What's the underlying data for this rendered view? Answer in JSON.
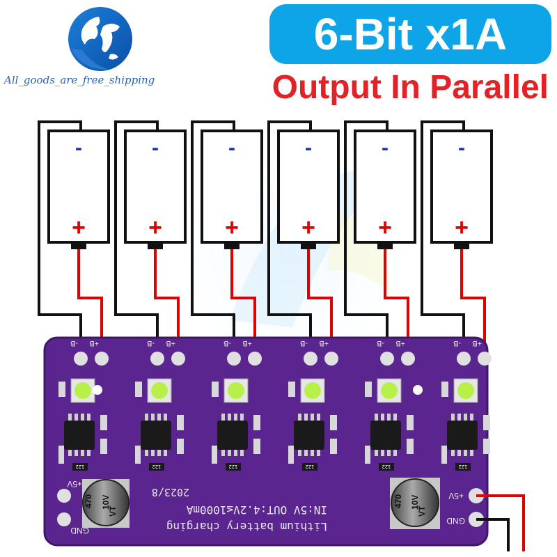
{
  "brand": {
    "shop_name": "All_goods_are_free_shipping",
    "logo_icon": "globe-icon"
  },
  "headline": {
    "title": "6-Bit x1A",
    "subtitle": "Output In Parallel"
  },
  "batteries": [
    {
      "negative": "-",
      "positive": "+"
    },
    {
      "negative": "-",
      "positive": "+"
    },
    {
      "negative": "-",
      "positive": "+"
    },
    {
      "negative": "-",
      "positive": "+"
    },
    {
      "negative": "-",
      "positive": "+"
    },
    {
      "negative": "-",
      "positive": "+"
    }
  ],
  "board": {
    "channel_pin_labels": [
      "-B",
      "+B"
    ],
    "silk_date": "2023/8",
    "silk_spec": "IN:5V OUT:4.2V≤1000mA",
    "silk_name": "Lithium battery charging",
    "pin_5v": "+5V",
    "pin_gnd": "GND",
    "capacitor_text": [
      "470",
      "10V",
      "VT"
    ],
    "chip_code": "122"
  },
  "colors": {
    "badge": "#0ea5e8",
    "subtitle": "#e32227",
    "pcb": "#5b2590",
    "wire_black": "#111111",
    "wire_red": "#e00000",
    "minus_blue": "#1030c8",
    "plus_red": "#e00000",
    "led": "#b7f04a"
  }
}
